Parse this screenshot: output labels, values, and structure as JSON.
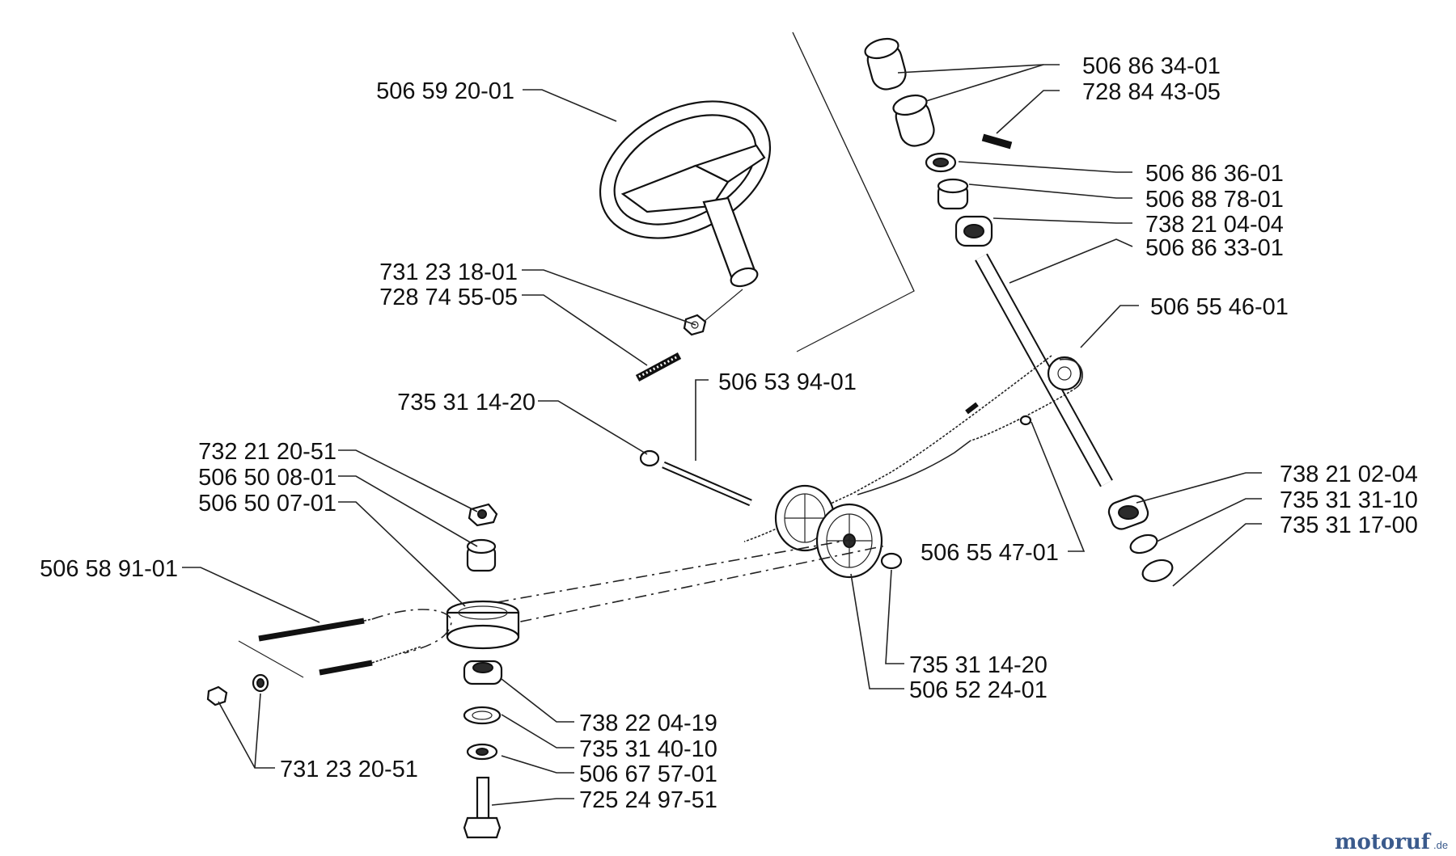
{
  "labels": {
    "l01": "506 59 20-01",
    "l02": "731 23 18-01",
    "l03": "728 74 55-05",
    "l04": "735 31 14-20",
    "l05": "506 53 94-01",
    "l06": "732 21 20-51",
    "l07": "506 50 08-01",
    "l08": "506 50 07-01",
    "l09": "506 58 91-01",
    "l10": "738 22 04-19",
    "l11": "735 31 40-10",
    "l12": "506 67 57-01",
    "l13": "725 24 97-51",
    "l14": "731 23 20-51",
    "l15": "735 31 14-20",
    "l16": "506 52 24-01",
    "l17": "506 55 47-01",
    "l18": "506 86 34-01",
    "l19": "728 84 43-05",
    "l20": "506 86 36-01",
    "l21": "506 88 78-01",
    "l22": "738 21 04-04",
    "l23": "506 86 33-01",
    "l24": "506 55 46-01",
    "l25": "738 21 02-04",
    "l26": "735 31 31-10",
    "l27": "735 31 17-00"
  },
  "logo": {
    "text": "motoruf",
    "suffix": ".de"
  },
  "colors": {
    "ink": "#111111",
    "logo_m": "#d9531e",
    "logo_main": "#3a5a8c"
  }
}
